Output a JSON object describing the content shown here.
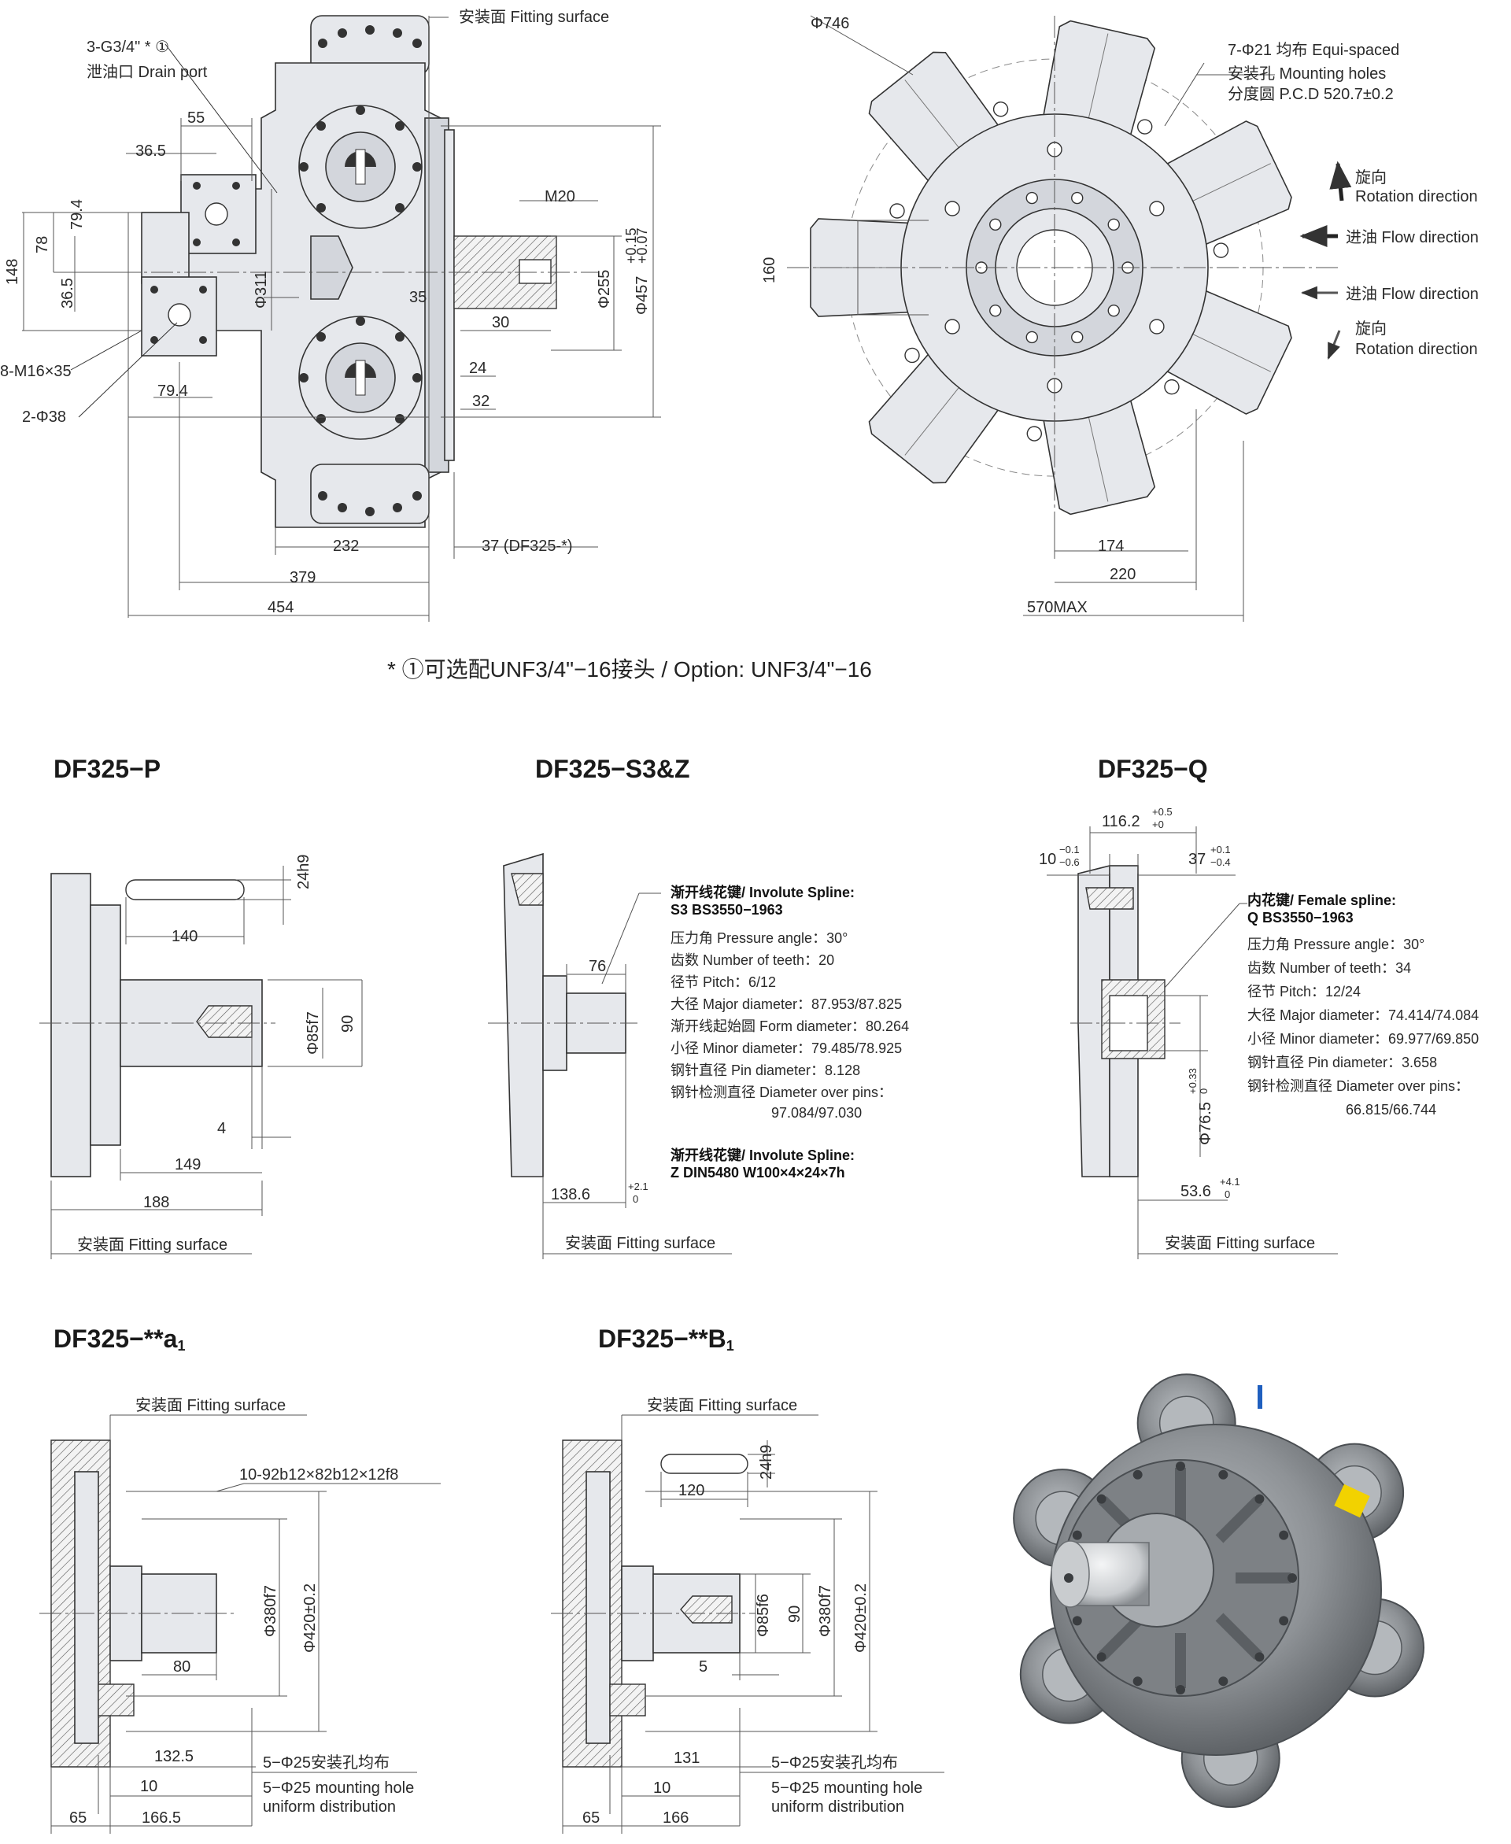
{
  "views": {
    "side": {
      "drain_port": "3-G3/4\" * ①",
      "drain_port_label": "泄油口 Drain port",
      "fitting_surface": "安装面 Fitting surface",
      "d55": "55",
      "d36_5a": "36.5",
      "d79_4a": "79.4",
      "d78": "78",
      "d148": "148",
      "d36_5b": "36.5",
      "d79_4b": "79.4",
      "bolts": "8-M16×35",
      "ports": "2-Φ38",
      "phi311": "Φ311",
      "d35": "35",
      "m20": "M20",
      "phi255": "Φ255",
      "phi457": "Φ457",
      "phi457_tol_top": "+0.15",
      "phi457_tol_bot": "+0.07",
      "d30": "30",
      "d24": "24",
      "d32": "32",
      "d232": "232",
      "d37": "37 (DF325-*)",
      "d379": "379",
      "d454": "454"
    },
    "front": {
      "phi746": "Φ746",
      "holes_line1": "7-Φ21 均布 Equi-spaced",
      "holes_line2": "安装孔 Mounting holes",
      "holes_line3": "分度圆 P.C.D 520.7±0.2",
      "rotation_cn_1": "旋向",
      "rotation_en_1": "Rotation direction",
      "flow_1": "进油 Flow direction",
      "flow_2": "进油 Flow direction",
      "rotation_cn_2": "旋向",
      "rotation_en_2": "Rotation direction",
      "d160": "160",
      "d174": "174",
      "d220": "220",
      "d570": "570MAX"
    }
  },
  "footnote": "* ①可选配UNF3/4\"−16接头 / Option: UNF3/4\"−16",
  "p": {
    "title": "DF325−P",
    "key": "24h9",
    "d140": "140",
    "phi85": "Φ85f7",
    "d90": "90",
    "d4": "4",
    "d149": "149",
    "d188": "188",
    "fitting": "安装面 Fitting surface"
  },
  "s3z": {
    "title": "DF325−S3&Z",
    "spec1_title": "渐开线花键/ Involute Spline:",
    "spec1_std": "S3  BS3550−1963",
    "spec1_lines": [
      "压力角 Pressure angle：30°",
      "齿数 Number of teeth：20",
      "径节 Pitch：6/12",
      "大径 Major diameter：87.953/87.825",
      "渐开线起始圆 Form diameter：80.264",
      "小径 Minor diameter：79.485/78.925",
      "钢针直径 Pin diameter：8.128",
      "钢针检测直径  Diameter over pins：",
      "97.084/97.030"
    ],
    "spec2_title": "渐开线花键/ Involute Spline:",
    "spec2_std": "Z  DIN5480  W100×4×24×7h",
    "d76": "76",
    "d138": "138.6",
    "d138_tol_top": "+2.1",
    "d138_tol_bot": "0",
    "fitting": "安装面 Fitting surface"
  },
  "q": {
    "title": "DF325−Q",
    "d116": "116.2",
    "d116_tol_top": "+0.5",
    "d116_tol_bot": "+0",
    "d10": "10",
    "d10_tol_top": "−0.1",
    "d10_tol_bot": "−0.6",
    "d37": "37",
    "d37_tol_top": "+0.1",
    "d37_tol_bot": "−0.4",
    "spec_title": "内花键/ Female spline:",
    "spec_std": "Q  BS3550−1963",
    "spec_lines": [
      "压力角 Pressure angle：30°",
      "齿数 Number of teeth：34",
      "径节 Pitch：12/24",
      "大径 Major diameter：74.414/74.084",
      "小径 Minor diameter：69.977/69.850",
      "钢针直径 Pin diameter：3.658",
      "钢针检测直径  Diameter over pins：",
      "66.815/66.744"
    ],
    "phi76": "Φ76.5",
    "phi76_tol_top": "+0.33",
    "phi76_tol_bot": "0",
    "d53": "53.6",
    "d53_tol_top": "+4.1",
    "d53_tol_bot": "0",
    "fitting": "安装面 Fitting surface"
  },
  "a1": {
    "title": "DF325−**a",
    "title_sub": "1",
    "fitting": "安装面 Fitting surface",
    "spline": "10-92b12×82b12×12f8",
    "phi380": "Φ380f7",
    "phi420": "Φ420±0.2",
    "d80": "80",
    "d132": "132.5",
    "d10": "10",
    "d65": "65",
    "d166": "166.5",
    "holes_cn": "5−Φ25安装孔均布",
    "holes_en1": "5−Φ25 mounting hole",
    "holes_en2": "uniform distribution"
  },
  "b1": {
    "title": "DF325−**B",
    "title_sub": "1",
    "fitting": "安装面 Fitting surface",
    "key": "24h9",
    "d120": "120",
    "phi85": "Φ85f6",
    "d90": "90",
    "phi380": "Φ380f7",
    "phi420": "Φ420±0.2",
    "d5": "5",
    "d131": "131",
    "d10": "10",
    "d65": "65",
    "d166": "166",
    "holes_cn": "5−Φ25安装孔均布",
    "holes_en1": "5−Φ25 mounting hole",
    "holes_en2": "uniform distribution"
  },
  "photo_colors": {
    "body": "#8e9296",
    "shaft": "#c9cccf",
    "label": "#f2d200",
    "accent": "#1f5fbf"
  }
}
